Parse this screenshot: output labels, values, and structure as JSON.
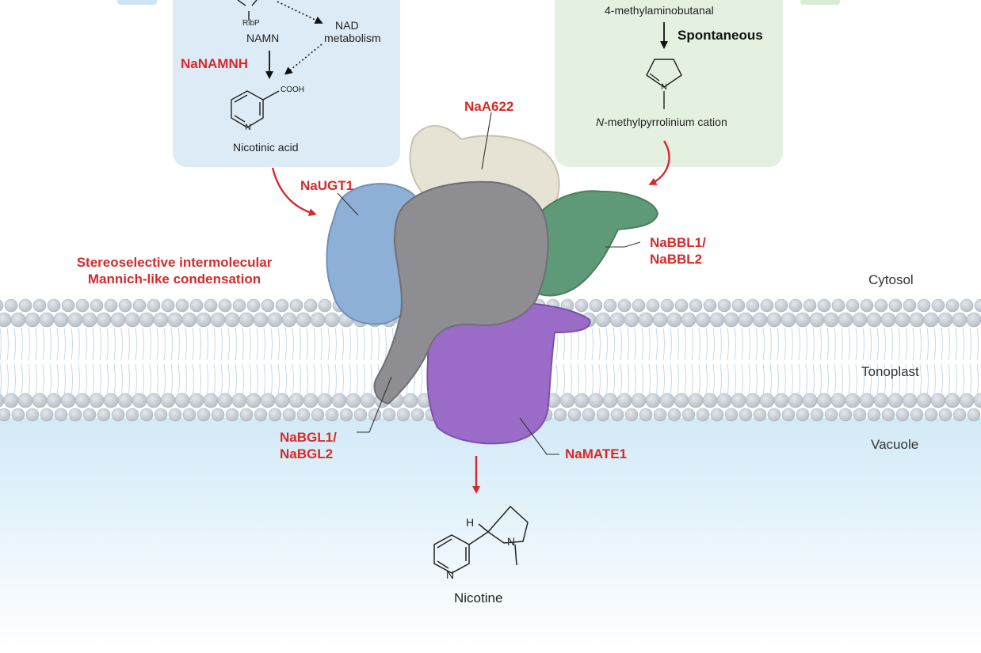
{
  "top_left": {
    "ribp": "RibP",
    "namn": "NAMN",
    "nad_line1": "NAD",
    "nad_line2": "metabolism",
    "enzyme": "NaNAMNH",
    "cooh": "COOH",
    "n_atom": "N",
    "product": "Nicotinic acid"
  },
  "top_right": {
    "substrate": "4-methylaminobutanal",
    "step": "Spontaneous",
    "n_atom": "N",
    "product_italic": "N",
    "product_rest": "-methylpyrrolinium cation"
  },
  "enzymes": {
    "naa622": "NaA622",
    "naugt1": "NaUGT1",
    "nabbl_line1": "NaBBL1/",
    "nabbl_line2": "NaBBL2",
    "nabgl_line1": "NaBGL1/",
    "nabgl_line2": "NaBGL2",
    "namate1": "NaMATE1"
  },
  "reaction": {
    "line1": "Stereoselective intermolecular",
    "line2": "Mannich-like condensation"
  },
  "compartments": {
    "cytosol": "Cytosol",
    "tonoplast": "Tonoplast",
    "vacuole": "Vacuole"
  },
  "nicotine": {
    "h_atom": "H",
    "n_pyrrolidine": "N",
    "n_pyridine": "N",
    "name": "Nicotine"
  },
  "colors": {
    "enzyme_red": "#d62a2a",
    "left_panel": "#dcebf6",
    "right_panel": "#e4f1e1",
    "lipid_head": "#c9ced5",
    "vacuole": "#d6ecf7",
    "protein_grey": "#8d8d92",
    "protein_blue": "#8fb0d6",
    "protein_cream": "#e6e2d4",
    "protein_green": "#5f9a78",
    "protein_purple": "#9a6cc8"
  }
}
